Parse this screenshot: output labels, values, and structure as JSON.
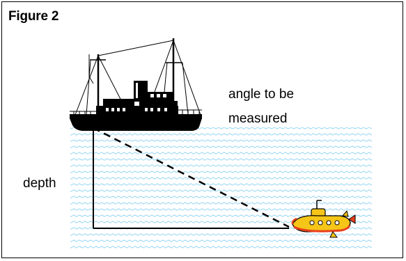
{
  "figure": {
    "title": "Figure 2",
    "labels": {
      "angle_line1": "angle to be",
      "angle_line2": "measured",
      "depth": "depth"
    }
  },
  "colors": {
    "water_wave": "#9ad7f2",
    "ship": "#000000",
    "submarine_body": "#f5c518",
    "submarine_accent": "#e8401c"
  },
  "icons": {
    "ship": "steam-ship-icon",
    "submarine": "yellow-submarine-icon"
  }
}
